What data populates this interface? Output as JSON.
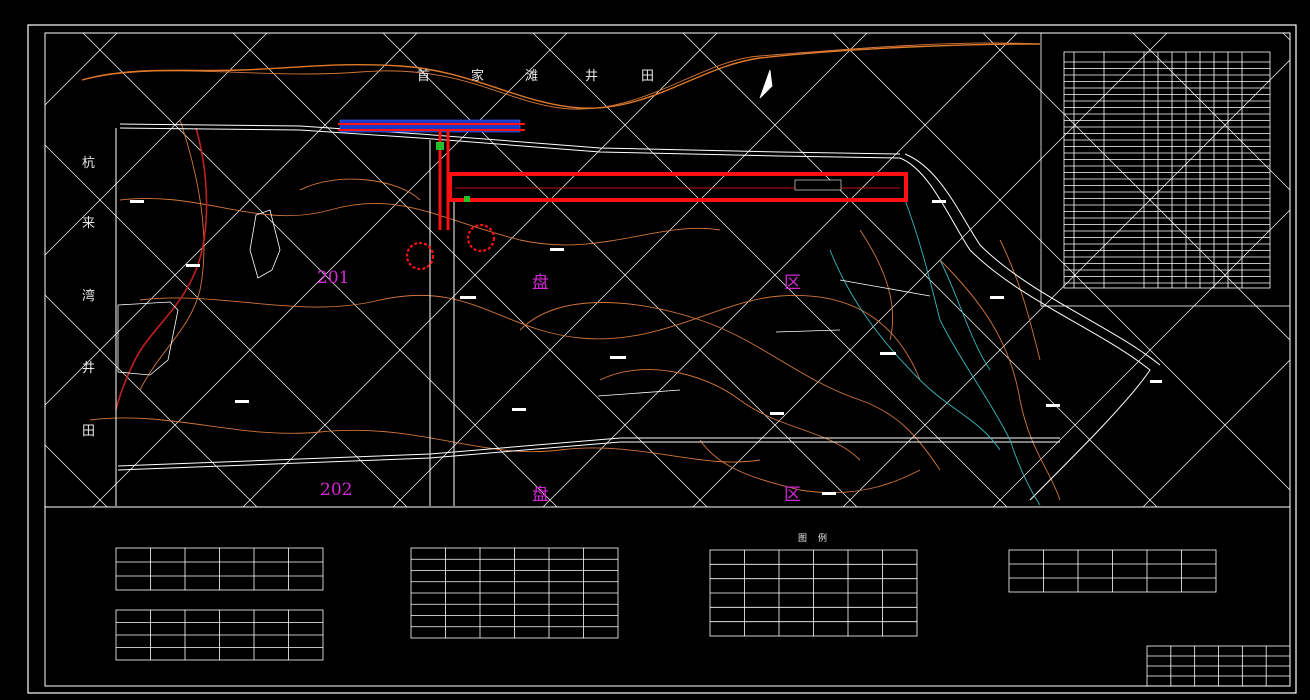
{
  "map": {
    "top_field_name": [
      "首",
      "家",
      "滩",
      "井",
      "田"
    ],
    "left_field_name": [
      "杭",
      "来",
      "湾",
      "井",
      "田"
    ],
    "panels": [
      {
        "code": "201",
        "chars": [
          "盘",
          "区"
        ]
      },
      {
        "code": "202",
        "chars": [
          "盘",
          "区"
        ]
      }
    ]
  },
  "legend": {
    "title_chars": [
      "图",
      "例"
    ]
  },
  "colors": {
    "background": "#000000",
    "frame": "#ffffff",
    "grid": "#ffffff",
    "contour": "#d2763a",
    "boundary_red": "#c0201f",
    "roadway_red": "#ff1010",
    "roadway_blue": "#1838c8",
    "stream": "#38b8c0",
    "label_magenta": "#d526d5"
  }
}
